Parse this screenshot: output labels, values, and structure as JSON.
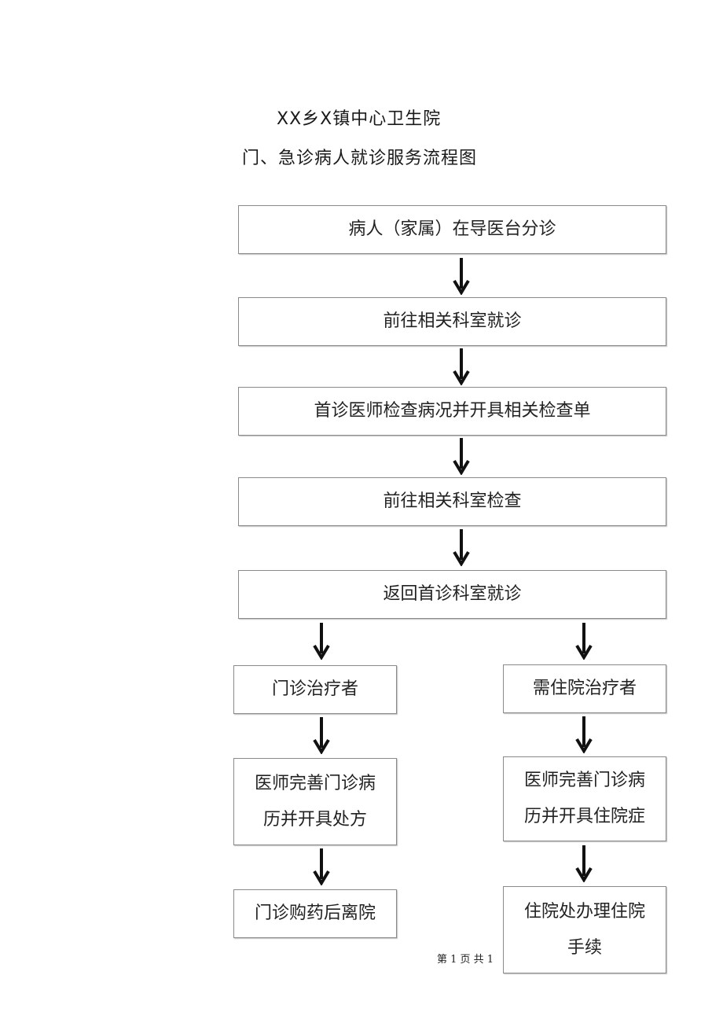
{
  "header": {
    "line1": "XX乡X镇中心卫生院",
    "line2": "门、急诊病人就诊服务流程图"
  },
  "flow": {
    "step1": "病人（家属）在导医台分诊",
    "step2": "前往相关科室就诊",
    "step3": "首诊医师检查病况并开具相关检查单",
    "step4": "前往相关科室检查",
    "step5": "返回首诊科室就诊",
    "left": {
      "branch": "门诊治疗者",
      "record_line1": "医师完善门诊病",
      "record_line2": "历并开具处方",
      "final": "门诊购药后离院"
    },
    "right": {
      "branch": "需住院治疗者",
      "record_line1": "医师完善门诊病",
      "record_line2": "历并开具住院症",
      "final_line1": "住院处办理住院",
      "final_line2": "手续"
    }
  },
  "footer": {
    "page_text": "第 1 页 共 1"
  }
}
